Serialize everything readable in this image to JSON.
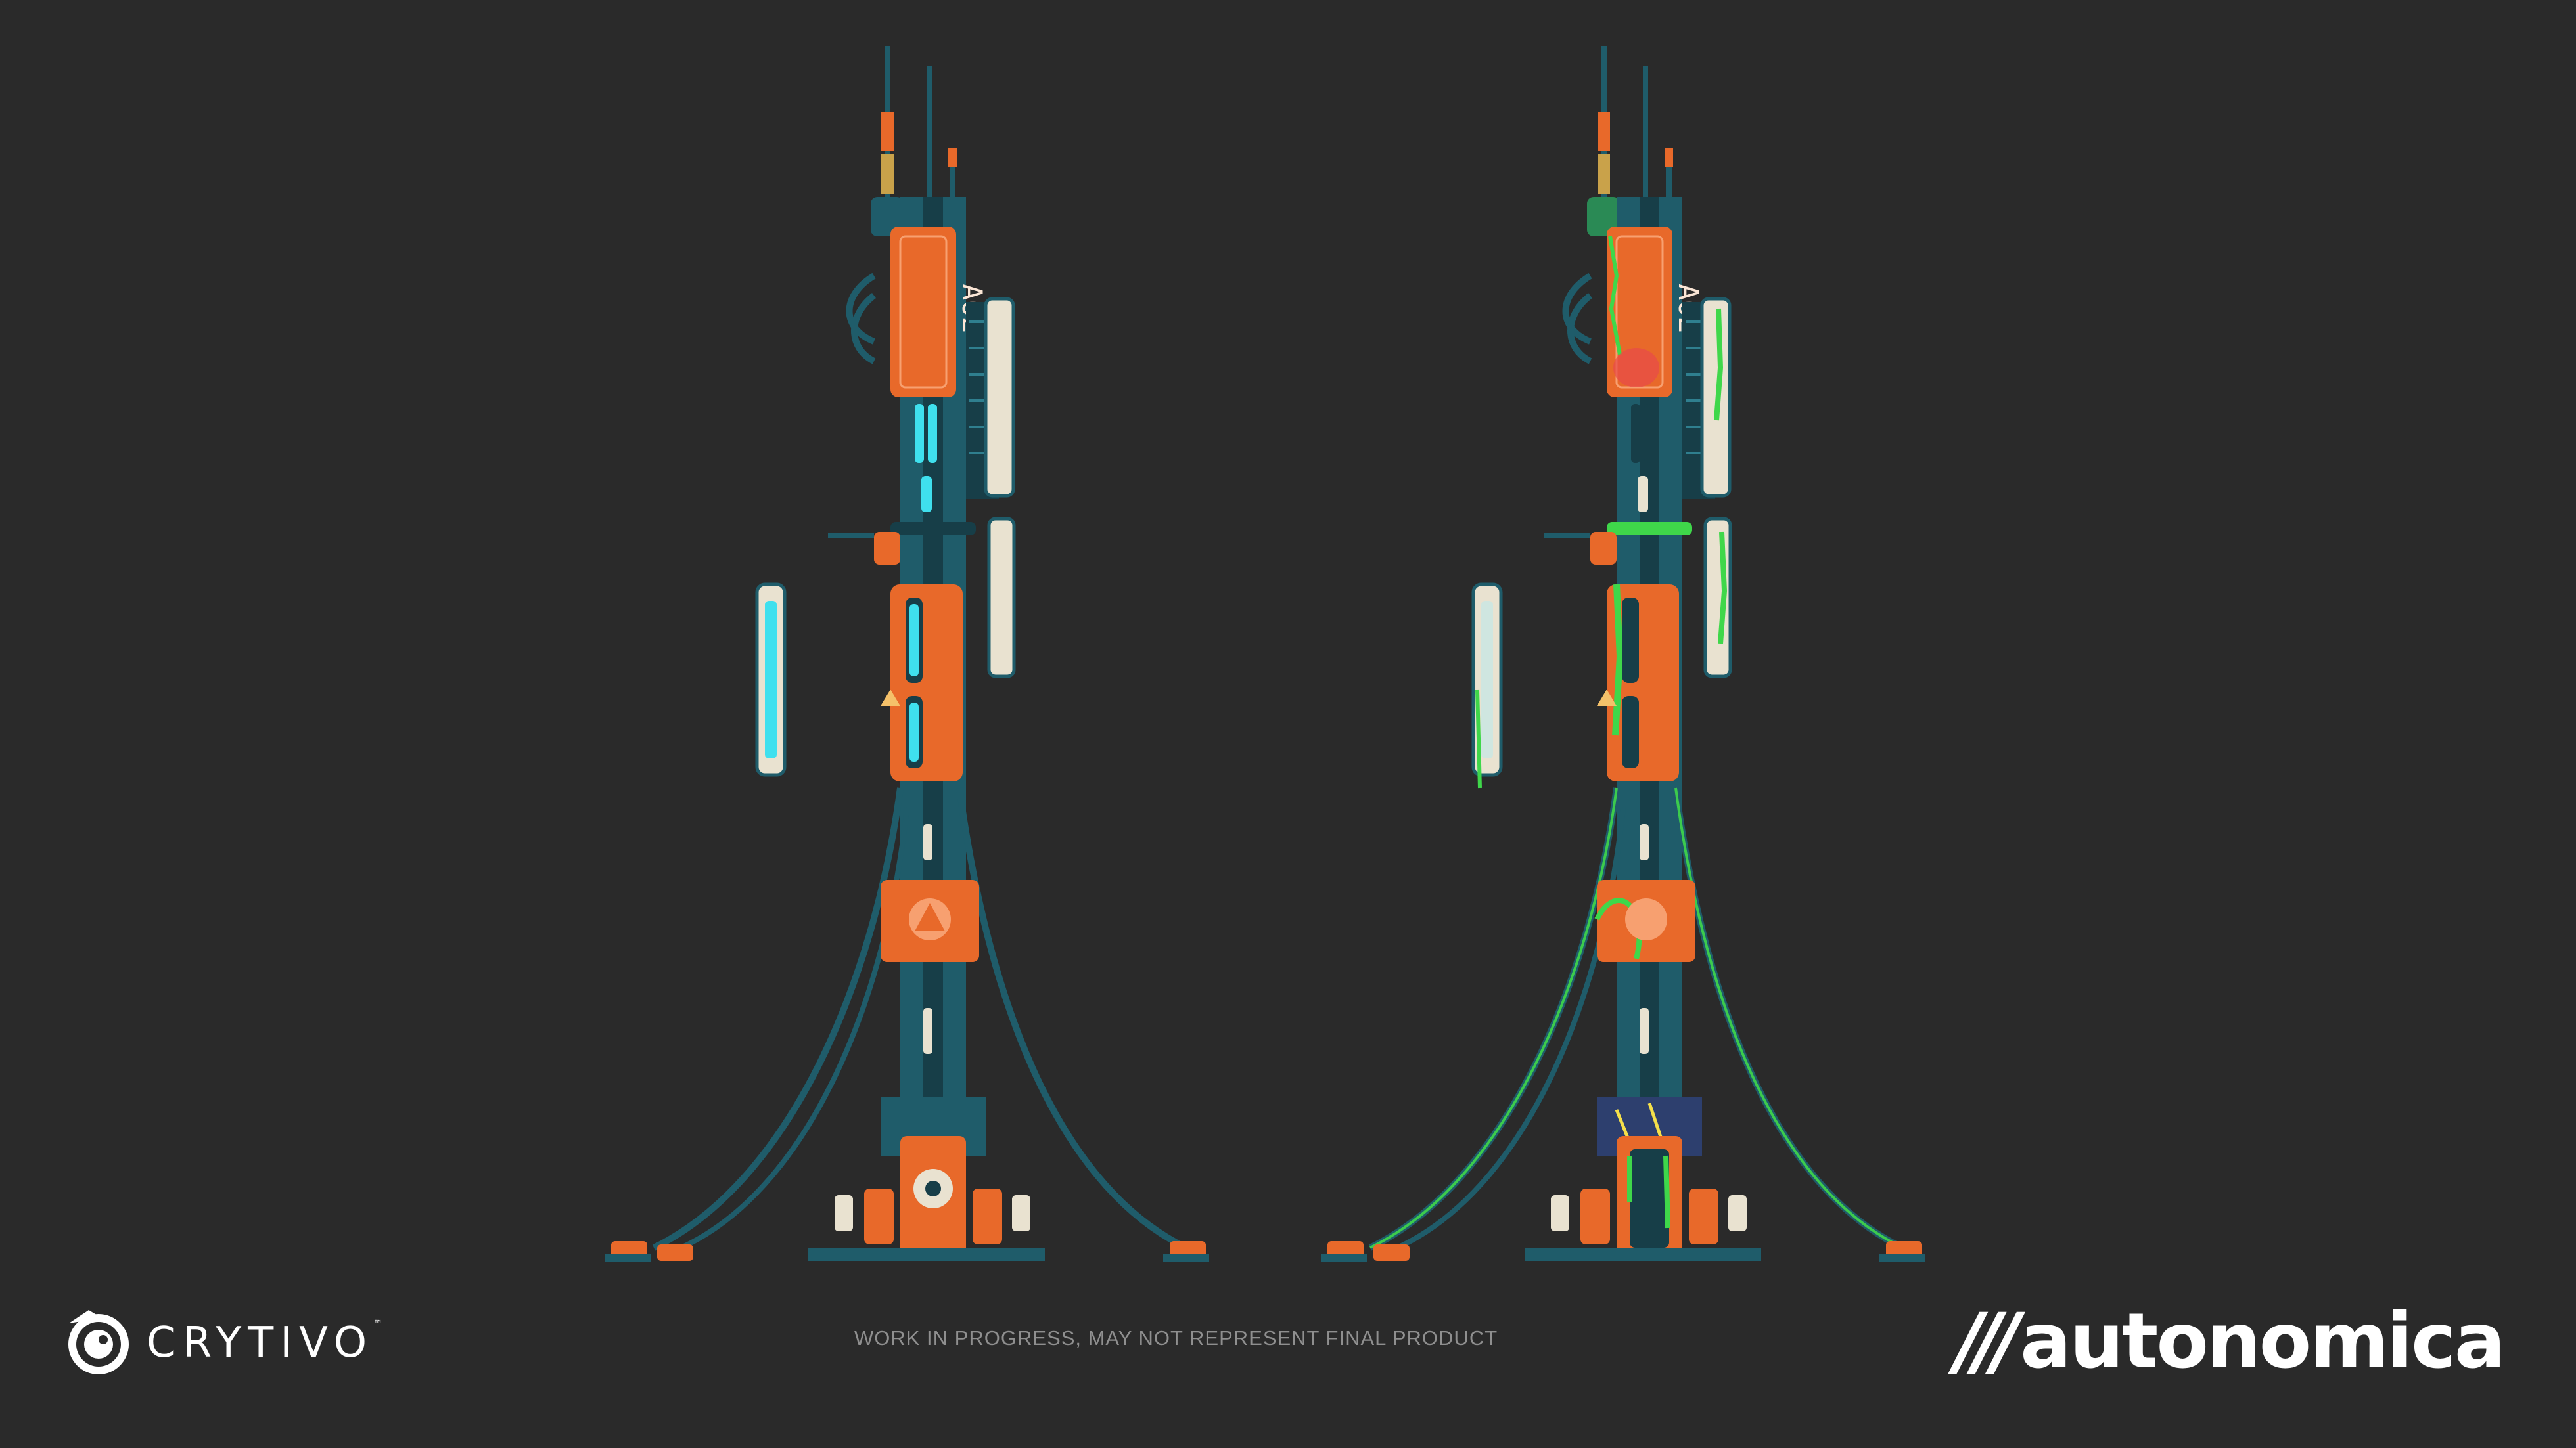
{
  "tower_left": {
    "panel_label": "AO2"
  },
  "tower_right": {
    "panel_label": "AO2"
  },
  "footer": {
    "disclaimer": "WORK IN PROGRESS, MAY NOT REPRESENT FINAL PRODUCT",
    "left_brand": "CRYTIVO",
    "left_brand_tm": "™",
    "right_brand_slashes": "///",
    "right_brand": "autonomica"
  },
  "colors": {
    "background": "#2a2a2a",
    "teal": "#1f5c6a",
    "teal_dark": "#173e48",
    "orange": "#e8692a",
    "cyan_glow": "#3fe0ee",
    "cream": "#e9e2d0",
    "slime_green": "#3fd74a"
  },
  "icons": [
    "crytivo-chameleon-logo",
    "radiation-icon",
    "warning-triangle-icon"
  ]
}
